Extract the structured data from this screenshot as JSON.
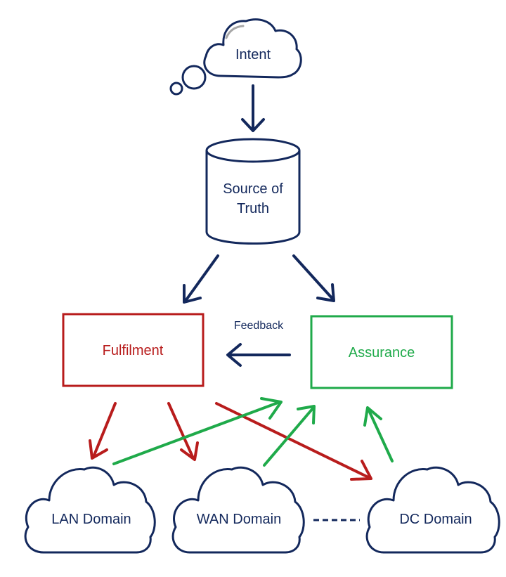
{
  "nodes": {
    "intent": "Intent",
    "source_of_truth": [
      "Source of",
      "Truth"
    ],
    "fulfilment": "Fulfilment",
    "assurance": "Assurance",
    "feedback": "Feedback",
    "lan_domain": "LAN Domain",
    "wan_domain": "WAN Domain",
    "dc_domain": "DC Domain"
  },
  "colors": {
    "navy": "#13285c",
    "red": "#b81c1c",
    "green": "#1faa4a",
    "grey_accent": "#a6a6a6"
  }
}
